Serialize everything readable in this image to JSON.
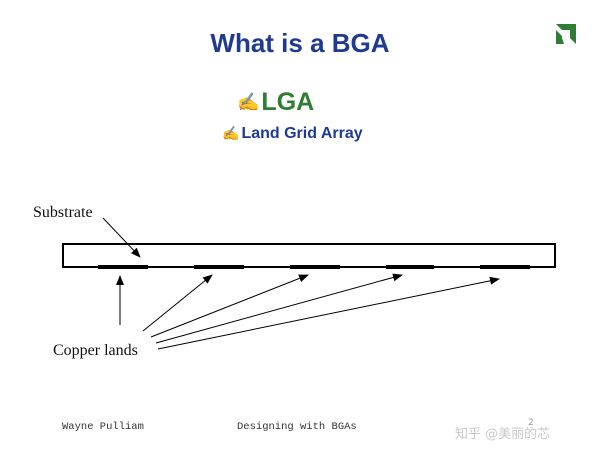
{
  "slide": {
    "title": "What is a BGA",
    "bullets": [
      {
        "icon": "pen-bullet-icon",
        "text": "LGA"
      },
      {
        "icon": "pen-bullet-icon",
        "text": "Land Grid Array"
      }
    ],
    "labels": {
      "substrate": "Substrate",
      "copper_lands": "Copper lands"
    },
    "footer": {
      "author": "Wayne Pulliam",
      "course": "Designing with BGAs",
      "page_number": "2"
    },
    "watermark": "知乎 @美丽的芯"
  },
  "colors": {
    "title": "#1f3a93",
    "lga": "#2e7d32",
    "logo": "#2e7d32",
    "lands": "#000000"
  }
}
